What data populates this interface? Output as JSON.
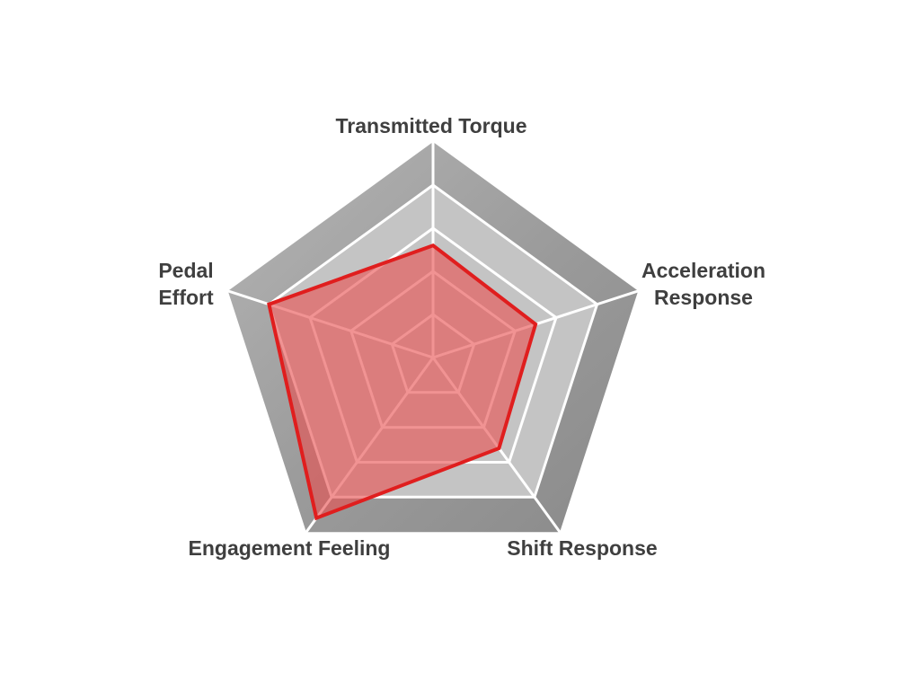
{
  "chart_data": {
    "type": "radar",
    "title": "",
    "axes": [
      {
        "lines": [
          "Transmitted Torque"
        ]
      },
      {
        "lines": [
          "Acceleration",
          "Response"
        ]
      },
      {
        "lines": [
          "Shift Response"
        ]
      },
      {
        "lines": [
          "Engagement Feeling"
        ]
      },
      {
        "lines": [
          "Pedal",
          "Effort"
        ]
      }
    ],
    "scale": {
      "min": 0,
      "max": 5,
      "rings": 5
    },
    "series": [
      {
        "values": [
          2.6,
          2.5,
          2.6,
          4.6,
          4.0
        ]
      }
    ],
    "colors": {
      "series_stroke": "#e01e1e",
      "series_fill": "#e85050",
      "grid_line": "#ffffff",
      "outer_band": "#9c9c9c",
      "inner_band": "#c4c4c4",
      "label_text": "#3f3f3f"
    }
  }
}
